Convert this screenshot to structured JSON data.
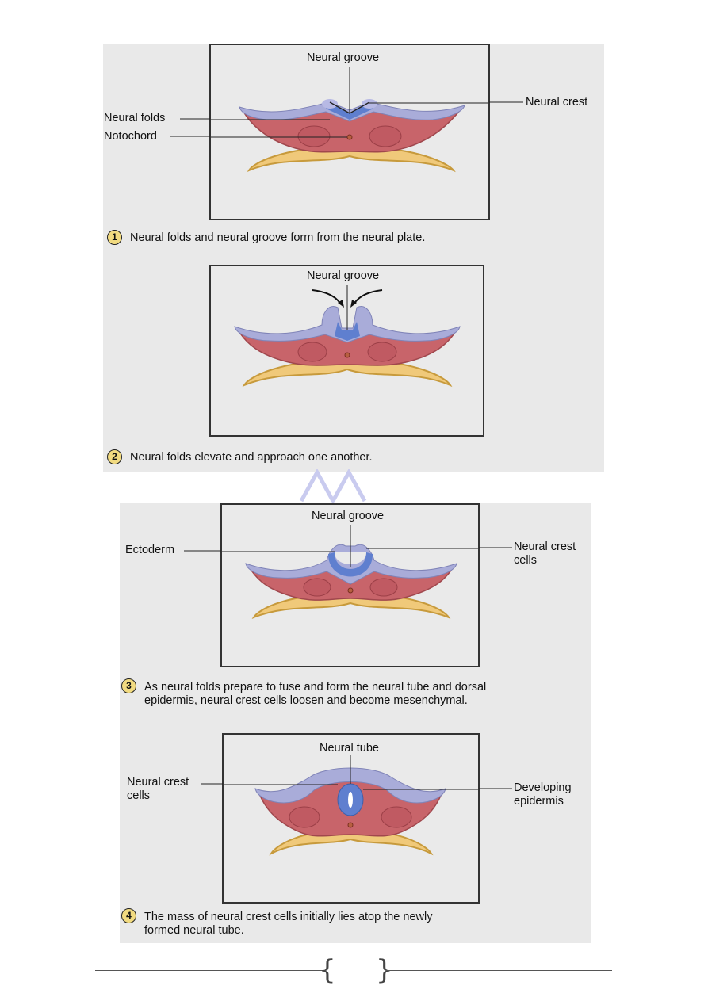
{
  "steps": [
    {
      "number": "1",
      "caption": "Neural folds and neural groove form from the neural plate.",
      "labels": {
        "groove": "Neural groove",
        "crest": "Neural crest",
        "folds": "Neural folds",
        "notochord": "Notochord"
      }
    },
    {
      "number": "2",
      "caption": "Neural folds elevate and approach one another.",
      "labels": {
        "groove": "Neural groove"
      }
    },
    {
      "number": "3",
      "caption": "As neural folds prepare to fuse and form the neural tube and dorsal epidermis, neural crest cells loosen and become mesenchymal.",
      "labels": {
        "groove": "Neural groove",
        "ectoderm": "Ectoderm",
        "crest_cells": "Neural crest cells"
      }
    },
    {
      "number": "4",
      "caption": "The mass of neural crest cells initially lies atop the newly formed neural tube.",
      "labels": {
        "tube": "Neural tube",
        "crest_cells": "Neural crest cells",
        "epidermis": "Developing epidermis"
      }
    }
  ],
  "colors": {
    "panel_bg": "#e9e9e9",
    "mesoderm": "#c8646a",
    "ectoderm": "#a9acd9",
    "neural_plate": "#5f7fcf",
    "endoderm": "#f0c97a",
    "number_badge": "#f1da80"
  }
}
